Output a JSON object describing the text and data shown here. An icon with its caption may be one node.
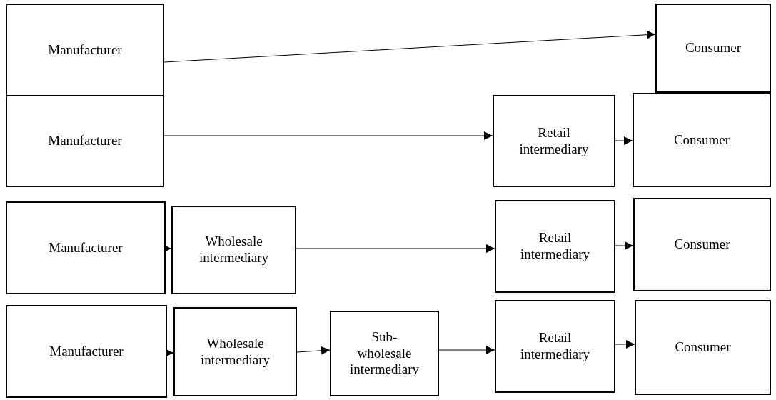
{
  "diagram": {
    "nodes": [
      {
        "text": [
          "Manufacturer"
        ]
      },
      {
        "text": [
          "Consumer"
        ]
      },
      {
        "text": [
          "Manufacturer"
        ]
      },
      {
        "text": [
          "Retail intermediary"
        ]
      },
      {
        "text": [
          "Consumer"
        ]
      },
      {
        "text": [
          "Manufacturer"
        ]
      },
      {
        "text": [
          "Wholesale intermediary"
        ]
      },
      {
        "text": [
          "Retail intermediary"
        ]
      },
      {
        "text": [
          "Consumer"
        ]
      },
      {
        "text": [
          "Manufacturer"
        ]
      },
      {
        "text": [
          "Wholesale intermediary"
        ]
      },
      {
        "text": [
          "Sub-wholesale intermediary"
        ]
      },
      {
        "text": [
          "Retail intermediary"
        ]
      },
      {
        "text": [
          "Consumer"
        ]
      }
    ],
    "edges": [
      {
        "from": 0,
        "to": 1,
        "arrow": "to"
      },
      {
        "from": 2,
        "to": 3,
        "arrow": "to"
      },
      {
        "from": 3,
        "to": 4,
        "arrow": "to"
      },
      {
        "from": 5,
        "to": 6,
        "arrow": "to"
      },
      {
        "from": 6,
        "to": 7,
        "arrow": "to"
      },
      {
        "from": 7,
        "to": 8,
        "arrow": "to"
      },
      {
        "from": 9,
        "to": 10,
        "arrow": "to"
      },
      {
        "from": 10,
        "to": 11,
        "arrow": "to"
      },
      {
        "from": 11,
        "to": 12,
        "arrow": "to"
      },
      {
        "from": 12,
        "to": 13,
        "arrow": "to"
      }
    ]
  }
}
